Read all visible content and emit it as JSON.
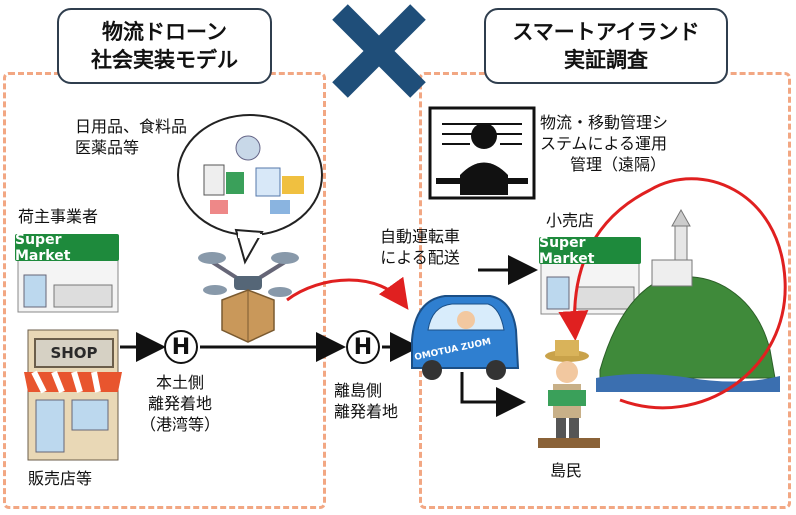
{
  "left_panel": {
    "title_line1": "物流ドローン",
    "title_line2": "社会実装モデル",
    "goods_line1": "日用品、食料品",
    "goods_line2": "医薬品等",
    "shipper": "荷主事業者",
    "supermarket_sign": "Super Market",
    "shop_sign": "SHOP",
    "retailer": "販売店等",
    "helipad_mark": "H",
    "mainland_line1": "本土側",
    "mainland_line2": "離発着地",
    "mainland_line3": "（港湾等）"
  },
  "right_panel": {
    "title_line1": "スマートアイランド",
    "title_line2": "実証調査",
    "system_line1": "物流・移動管理シ",
    "system_line2": "ステムによる運用",
    "system_line3": "管理（遠隔）",
    "retail_store": "小売店",
    "supermarket_sign": "Super Market",
    "autonomous_line1": "自動運転車",
    "autonomous_line2": "による配送",
    "helipad_mark": "H",
    "island_line1": "離島側",
    "island_line2": "離発着地",
    "car_text": "OMOTUA ZUOM",
    "islander": "島民"
  },
  "colors": {
    "panel_border": "#f2a783",
    "title_border": "#2f3e4e",
    "cross": "#1f4e79",
    "red_arrow": "#e02020",
    "supermarket_green": "#1e8a3c",
    "car_blue": "#2f7fd0"
  }
}
